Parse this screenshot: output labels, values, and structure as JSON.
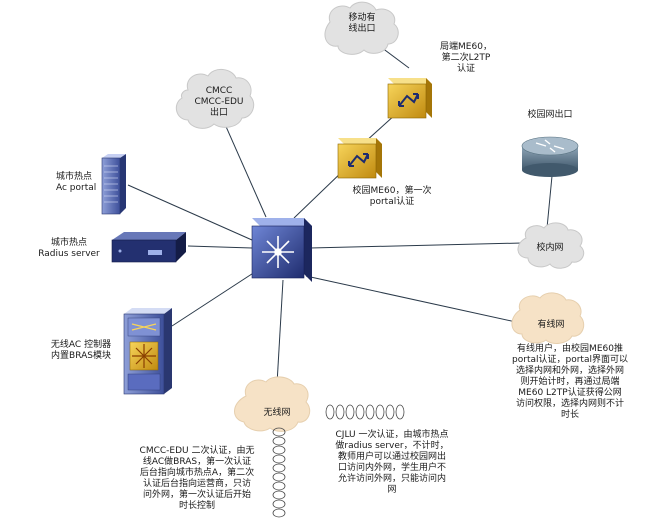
{
  "colors": {
    "line": "#2b3a4a",
    "cloud_gray": "#e2e2e2",
    "cloud_peach": "#f6e2c6",
    "device_blue": "#2f3e8c",
    "device_gold": "#e0b420"
  },
  "nodes": {
    "mobile_exit": "移动有\n线出口",
    "cmcc_exit": "CMCC\nCMCC-EDU\n出口",
    "me60_remote": "局端ME60，\n第二次L2TP\n认证",
    "me60_campus": "校园ME60，第一次\nportal认证",
    "campus_exit": "校园网出口",
    "hotspot_portal": "城市热点\nAc portal",
    "hotspot_radius": "城市热点\nRadius server",
    "campus_net": "校内网",
    "wired_net": "有线网",
    "wireless_net": "无线网",
    "wireless_ac": "无线AC 控制器\n内置BRAS模块"
  },
  "notes": {
    "wired_note": "有线用户，由校园ME60推\nportal认证，portal界面可以\n选择内网和外网，选择外网\n则开始计时，再通过局端\nME60 L2TP认证获得公网\n访问权限，选择内网则不计\n时长",
    "cjlu_note": "CJLU 一次认证，由城市热点\n做radius server，不计时，\n教师用户可以通过校园网出\n口访问内外网，学生用户不\n允许访问外网，只能访问内\n网",
    "cmcc_note": "CMCC-EDU 二次认证，由无\n线AC做BRAS，第一次认证\n后台指向城市热点A，第二次\n认证后台指向运营商，只访\n问外网，第一次认证后开始\n时长控制"
  }
}
